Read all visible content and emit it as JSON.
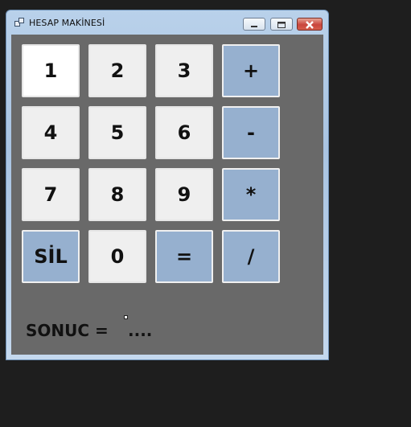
{
  "window": {
    "title": "HESAP MAKİNESİ",
    "icons": {
      "app": "calculator-window-icon",
      "minimize": "minimize-icon",
      "maximize": "maximize-icon",
      "close": "close-icon"
    }
  },
  "keypad": {
    "row1": [
      "1",
      "2",
      "3",
      "+"
    ],
    "row2": [
      "4",
      "5",
      "6",
      "-"
    ],
    "row3": [
      "7",
      "8",
      "9",
      "*"
    ],
    "row4": [
      "SİL",
      "0",
      "=",
      "/"
    ]
  },
  "result": {
    "label": "SONUC =",
    "value": "...."
  },
  "colors": {
    "number_key": "#efefef",
    "operator_key": "#96b0cf",
    "client_bg": "#696969"
  }
}
